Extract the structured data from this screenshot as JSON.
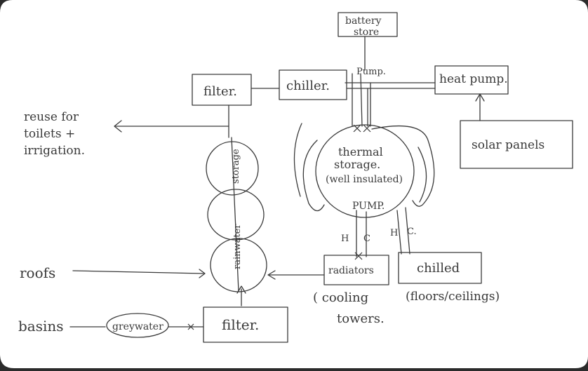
{
  "diagram": {
    "ink_color": "#3a3a3a",
    "paper_color": "#ffffff",
    "labels": {
      "battery_store": [
        "battery",
        "store"
      ],
      "pump_top": "Pump.",
      "filter_top": "filter.",
      "chiller": "chiller.",
      "heat_pump": "heat pump.",
      "reuse": [
        "reuse for",
        "toilets +",
        "irrigation."
      ],
      "solar_panels": "solar panels",
      "thermal_storage": [
        "thermal",
        "storage.",
        "(well insulated)"
      ],
      "pump_mid": "PUMP.",
      "storage": "storage",
      "rainwater": "rainwater",
      "h_left": "H",
      "c_left": "C",
      "h_right": "H",
      "c_right": "C.",
      "roofs": "roofs",
      "radiators": "radiators",
      "chilled": "chilled",
      "cooling_towers": [
        "( cooling",
        "towers."
      ],
      "floors_ceilings": "(floors/ceilings)",
      "basins": "basins",
      "greywater": "greywater",
      "filter_bottom": "filter."
    }
  }
}
